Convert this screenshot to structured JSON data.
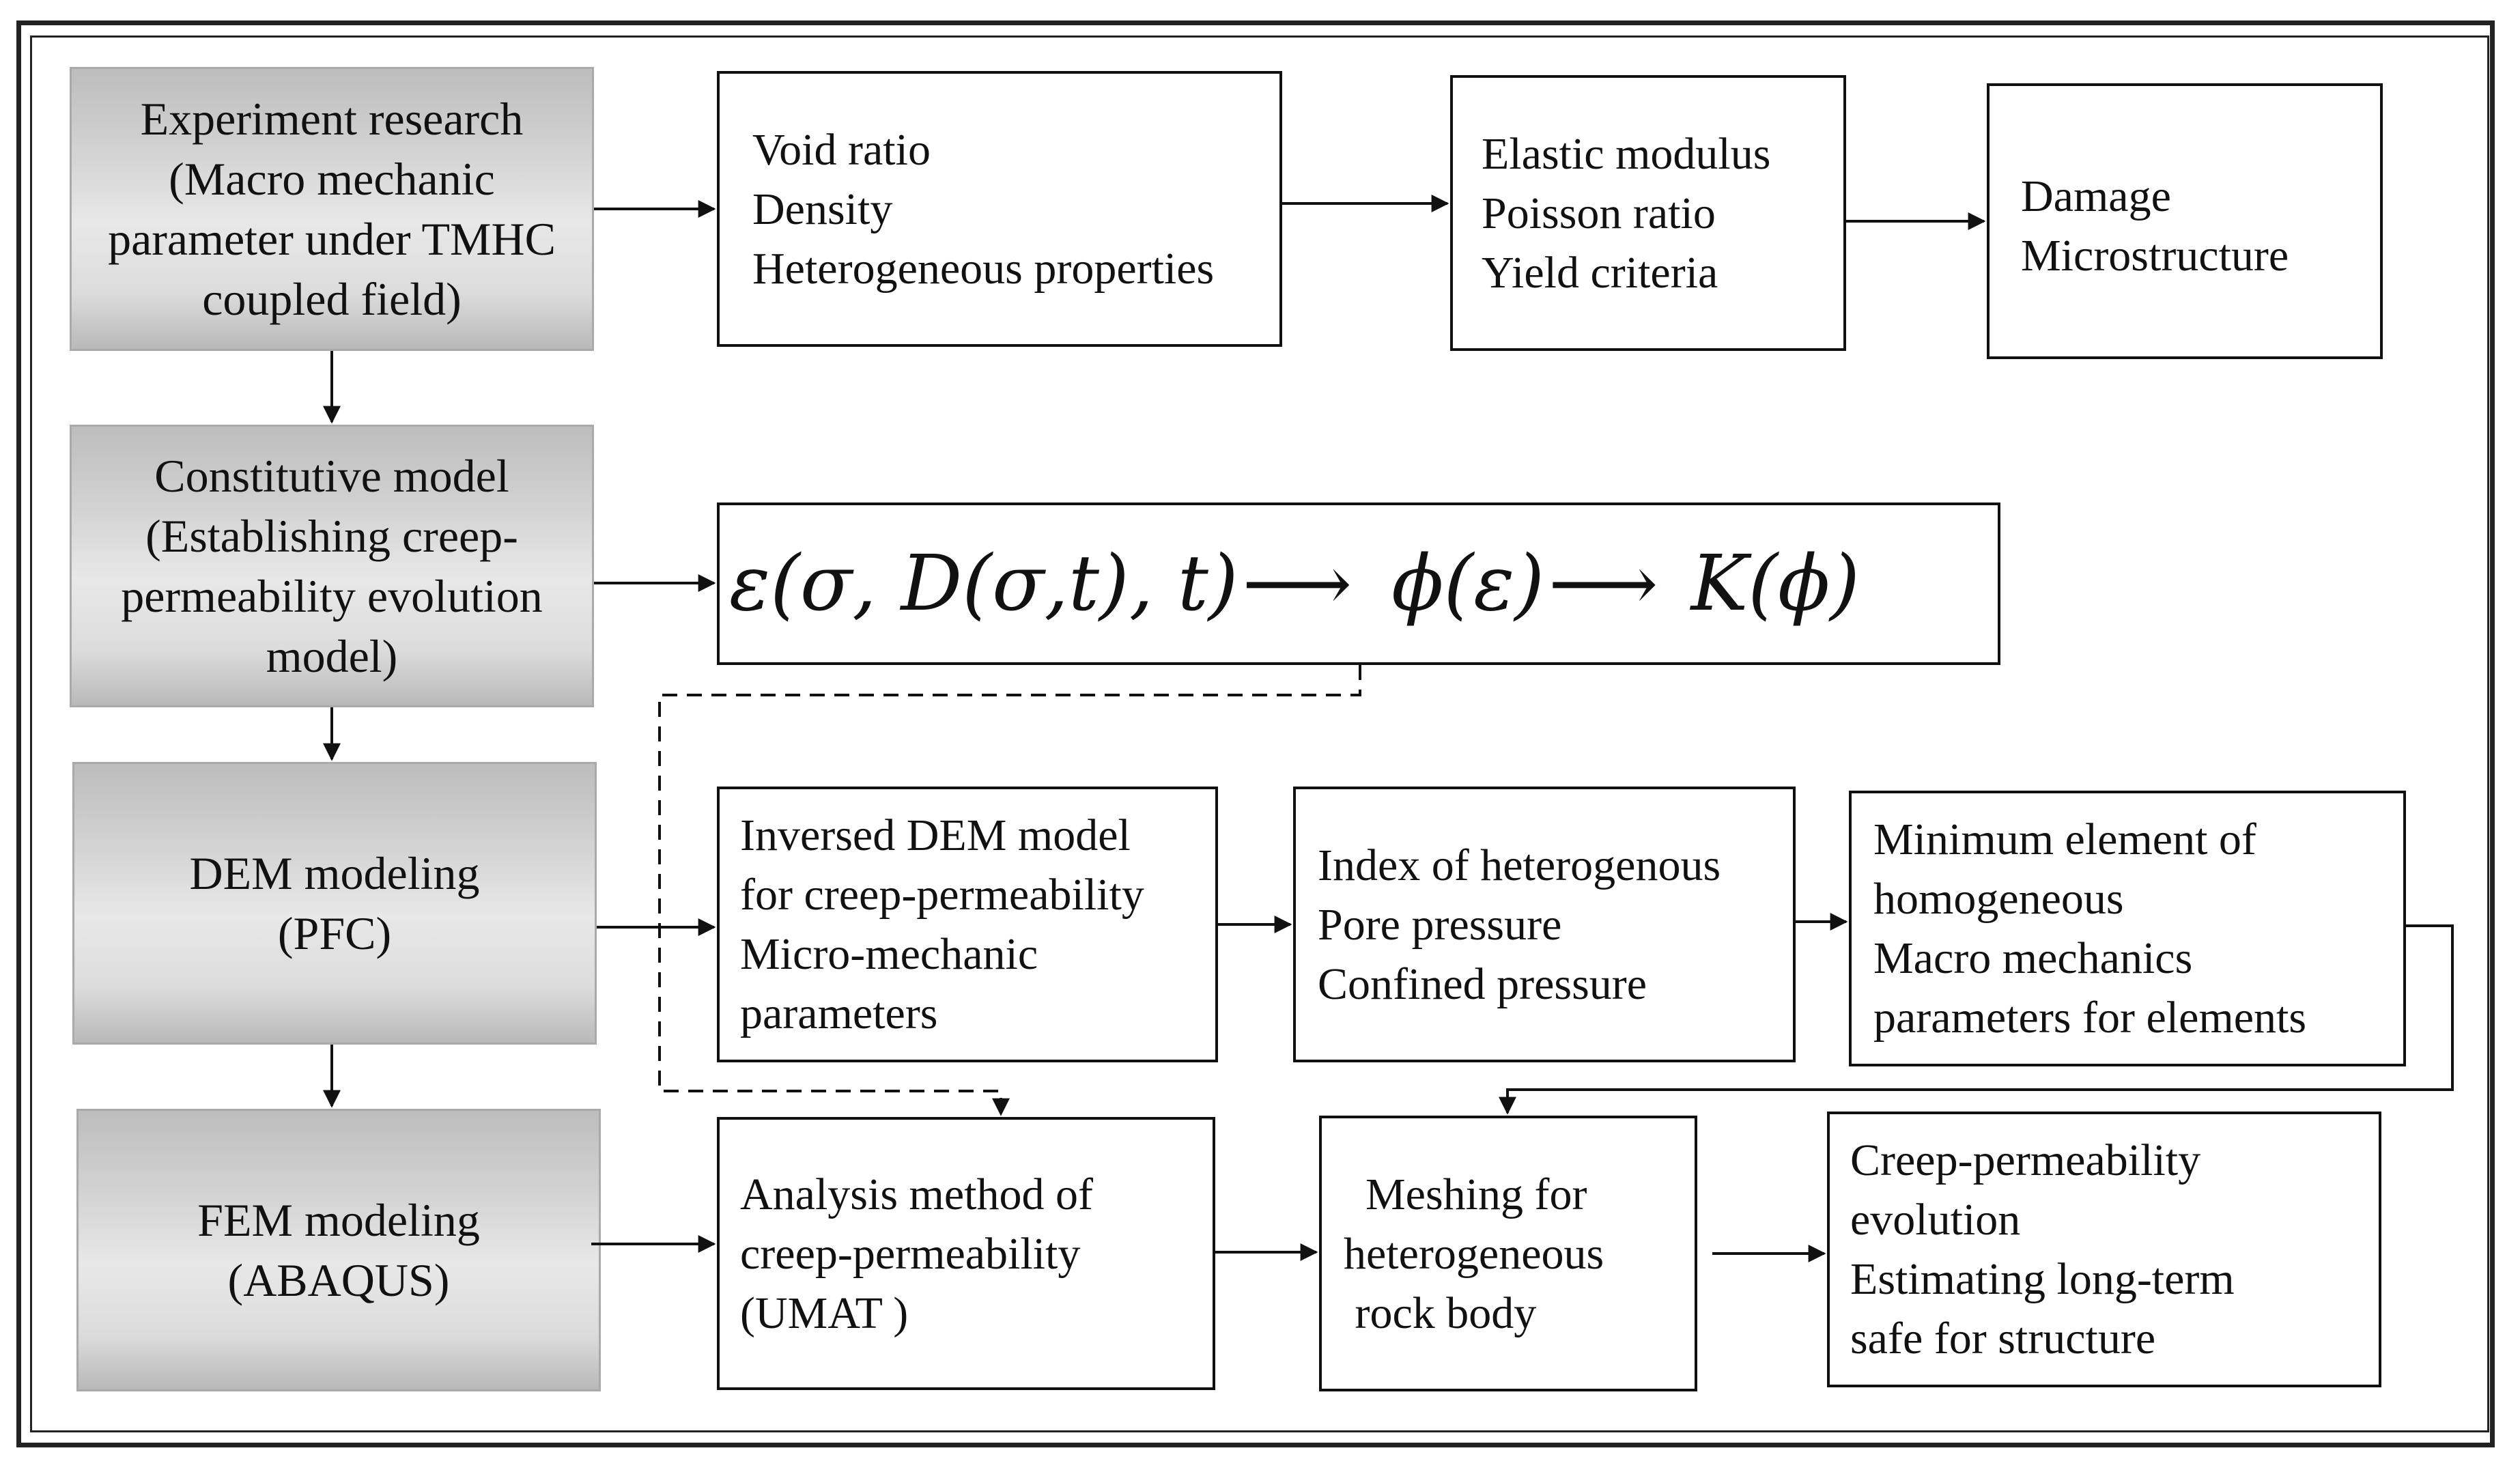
{
  "left_column": {
    "experiment": [
      "Experiment research",
      "(Macro mechanic",
      "parameter under TMHC",
      "coupled field)"
    ],
    "constitutive": [
      "Constitutive model",
      "(Establishing creep-",
      "permeability evolution",
      "model)"
    ],
    "dem": [
      "DEM modeling",
      "(PFC)"
    ],
    "fem": [
      "FEM modeling",
      "(ABAQUS)"
    ]
  },
  "row1": {
    "box1": [
      "Void ratio",
      "Density",
      "Heterogeneous properties"
    ],
    "box2": [
      "Elastic modulus",
      "Poisson ratio",
      "Yield criteria"
    ],
    "box3": [
      "Damage",
      "Microstructure"
    ]
  },
  "row2": {
    "formula": {
      "strain": "ε(σ, D(σ,t), t)",
      "porosity": "ϕ(ε)",
      "permeability": "K(ϕ)"
    }
  },
  "row3": {
    "box1": [
      "Inversed DEM model",
      "for creep-permeability",
      "Micro-mechanic",
      "parameters"
    ],
    "box2": [
      "Index of heterogenous",
      "Pore pressure",
      "Confined pressure"
    ],
    "box3": [
      "Minimum element of",
      "homogeneous",
      "Macro mechanics",
      "parameters for elements"
    ]
  },
  "row4": {
    "box1": [
      "Analysis method of",
      "creep-permeability",
      "(UMAT )"
    ],
    "box2": [
      "Meshing for",
      "heterogeneous",
      " rock body"
    ],
    "box3": [
      "Creep-permeability",
      "evolution",
      "Estimating long-term",
      "safe for structure"
    ]
  },
  "colors": {
    "line": "#111111",
    "gray_box_light": "#e8e8e8",
    "gray_box_dark": "#bdbdbd"
  }
}
